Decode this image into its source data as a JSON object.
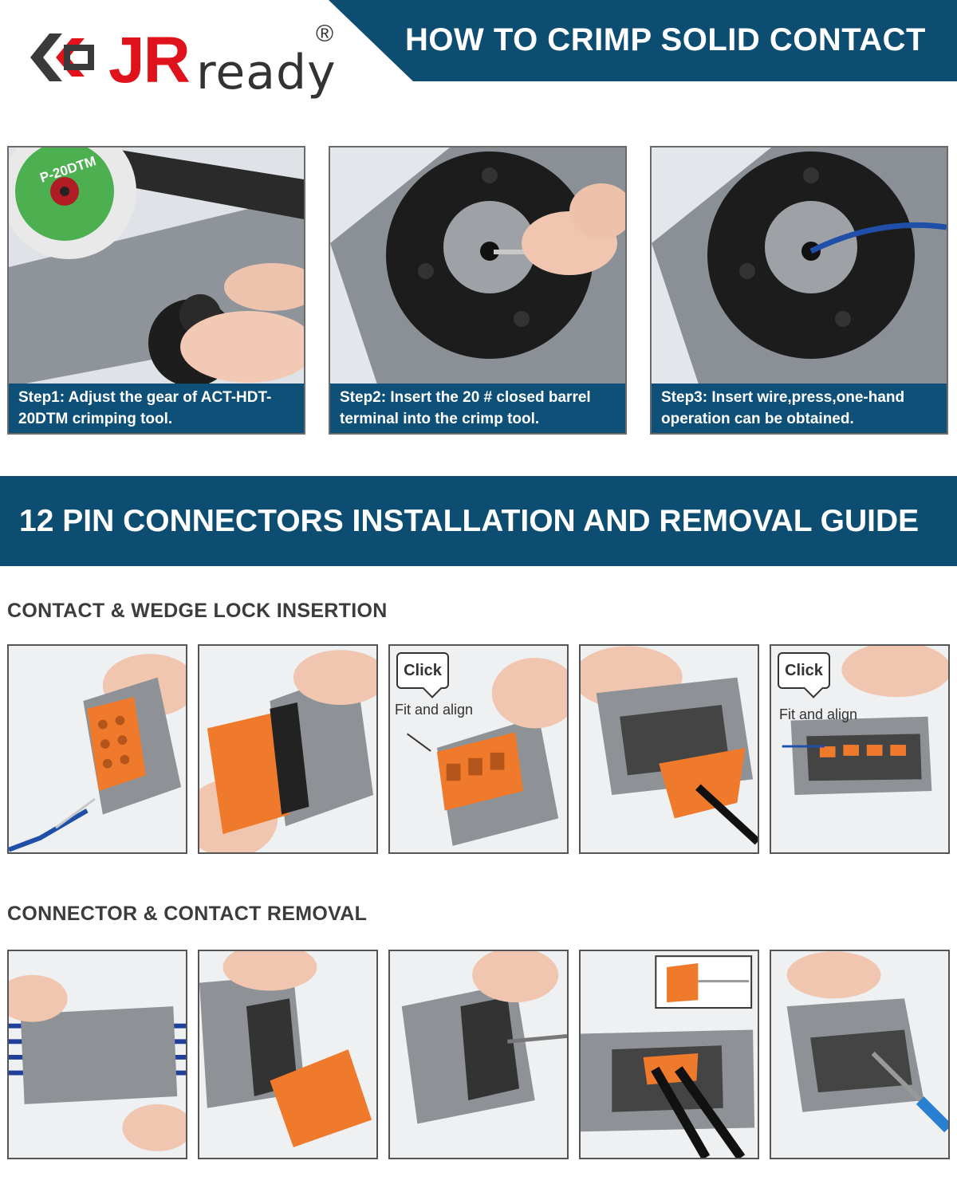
{
  "logo": {
    "brand_jr": "JR",
    "brand_ready": "ready",
    "registered": "®"
  },
  "header": {
    "title": "HOW TO CRIMP SOLID CONTACT"
  },
  "steps": [
    {
      "caption": "Step1: Adjust the gear of ACT-HDT-20DTM crimping tool.",
      "label_tool": "P-20DTM"
    },
    {
      "caption": "Step2: Insert the 20 # closed barrel terminal into the crimp tool."
    },
    {
      "caption": "Step3: Insert wire,press,one-hand operation can be obtained."
    }
  ],
  "guide": {
    "title": "12 PIN CONNECTORS INSTALLATION AND REMOVAL GUIDE"
  },
  "insertion": {
    "heading": "CONTACT & WEDGE LOCK INSERTION",
    "click_label": "Click",
    "fit_label": "Fit and align"
  },
  "removal": {
    "heading": "CONNECTOR & CONTACT REMOVAL"
  },
  "colors": {
    "navy": "#0d4d72",
    "red": "#e0121b",
    "orange": "#f07a2c",
    "gray": "#8e9296"
  }
}
